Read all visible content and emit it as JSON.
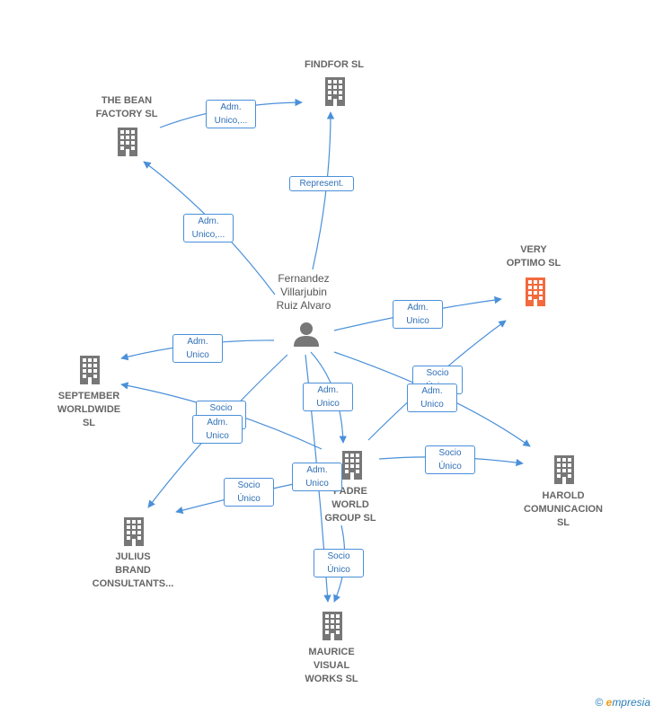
{
  "colors": {
    "edge": "#4a90d9",
    "building": "#777777",
    "highlight": "#f26a3d",
    "person": "#777777"
  },
  "person": {
    "name": "Fernandez\nVillarjubin\nRuiz Alvaro",
    "icon": "person-icon"
  },
  "companies": [
    {
      "id": "findfor",
      "name": "FINDFOR  SL",
      "icon": "building-icon",
      "highlight": false
    },
    {
      "id": "bean",
      "name": "THE BEAN\nFACTORY  SL",
      "icon": "building-icon",
      "highlight": false
    },
    {
      "id": "very",
      "name": "VERY\nOPTIMO  SL",
      "icon": "building-icon",
      "highlight": true
    },
    {
      "id": "september",
      "name": "SEPTEMBER\nWORLDWIDE\nSL",
      "icon": "building-icon",
      "highlight": false
    },
    {
      "id": "padre",
      "name": "PADRE\nWORLD\nGROUP  SL",
      "icon": "building-icon",
      "highlight": false
    },
    {
      "id": "harold",
      "name": "HAROLD\nCOMUNICACION\nSL",
      "icon": "building-icon",
      "highlight": false
    },
    {
      "id": "julius",
      "name": "JULIUS\nBRAND\nCONSULTANTS...",
      "icon": "building-icon",
      "highlight": false
    },
    {
      "id": "maurice",
      "name": "MAURICE\nVISUAL\nWORKS  SL",
      "icon": "building-icon",
      "highlight": false
    }
  ],
  "edge_labels": [
    {
      "id": "bean-findfor",
      "text": "Adm.\nUnico,..."
    },
    {
      "id": "person-findfor",
      "text": "Represent."
    },
    {
      "id": "person-bean",
      "text": "Adm.\nUnico,..."
    },
    {
      "id": "person-very",
      "text": "Adm.\nUnico"
    },
    {
      "id": "person-september",
      "text": "Adm.\nUnico"
    },
    {
      "id": "padre-very",
      "text": "Socio\nÚnico"
    },
    {
      "id": "person-harold",
      "text": "Adm.\nUnico"
    },
    {
      "id": "person-padre",
      "text": "Adm.\nUnico"
    },
    {
      "id": "padre-september",
      "text": "Socio\nÚnico"
    },
    {
      "id": "person-julius",
      "text": "Adm.\nUnico"
    },
    {
      "id": "padre-harold",
      "text": "Socio\nÚnico"
    },
    {
      "id": "padre-julius",
      "text": "Socio\nÚnico"
    },
    {
      "id": "person-maurice",
      "text": "Adm.\nUnico"
    },
    {
      "id": "padre-maurice",
      "text": "Socio\nÚnico"
    }
  ],
  "footer": {
    "copyright": "©",
    "brand_e": "e",
    "brand_rest": "mpresia"
  }
}
